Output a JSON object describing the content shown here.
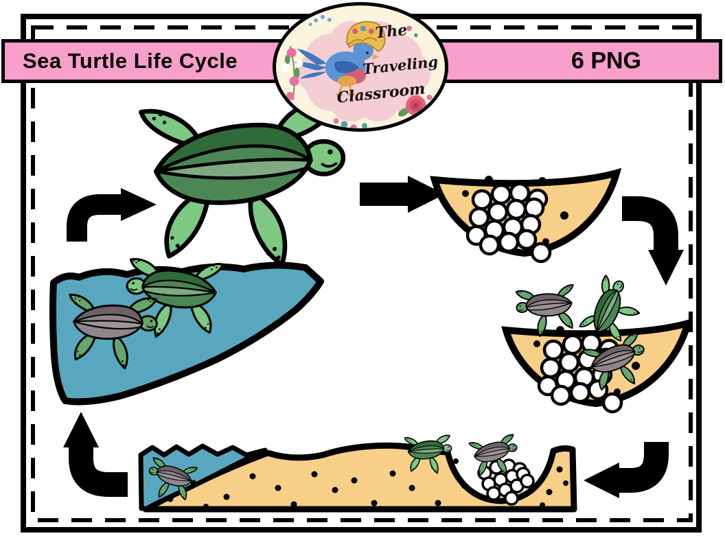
{
  "banner": {
    "title": "Sea Turtle Life Cycle",
    "count_label": "6 PNG",
    "background_color": "#F99FCB"
  },
  "logo": {
    "line1": "The",
    "line2": "Traveling",
    "line3": "Classroom"
  },
  "colors": {
    "banner_pink": "#F99FCB",
    "sand": "#F7CF88",
    "water": "#58A7BE",
    "shell_green_dark": "#2F6B38",
    "shell_green_mid": "#4B8755",
    "shell_green_light": "#7FA982",
    "flipper_green": "#7DC883",
    "shell_gray": "#8E868A",
    "egg_white": "#FFFFFF",
    "outline": "#000000"
  }
}
